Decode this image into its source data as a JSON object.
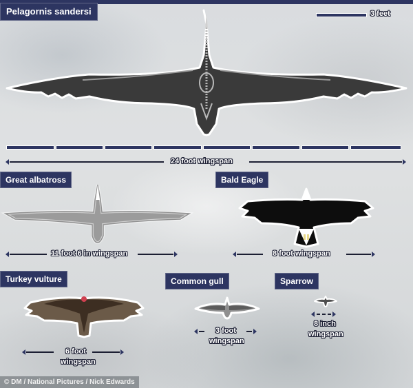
{
  "infographic": {
    "title": "Pelagornis sandersi",
    "scale_bar_label": "3 feet",
    "credit": "© DM / National Pictures / Nick Edwards",
    "colors": {
      "label_bg": "#2d3561",
      "text_outline": "#1c1f33",
      "pelagornis": "#3a3a3a",
      "albatross": "#9b9b9b",
      "eagle": "#0d0d0d",
      "vulture": "#4a3a2c",
      "gull": "#8f8f8f",
      "sparrow": "#4d4d4d"
    }
  },
  "birds": [
    {
      "id": "pelagornis",
      "name": "Pelagornis sandersi",
      "wingspan": "24 foot wingspan"
    },
    {
      "id": "albatross",
      "name": "Great albatross",
      "wingspan": "11 foot 6 in wingspan"
    },
    {
      "id": "eagle",
      "name": "Bald Eagle",
      "wingspan": "8 foot wingspan"
    },
    {
      "id": "vulture",
      "name": "Turkey vulture",
      "wingspan_line1": "6 foot",
      "wingspan_line2": "wingspan"
    },
    {
      "id": "gull",
      "name": "Common gull",
      "wingspan_line1": "3 foot",
      "wingspan_line2": "wingspan"
    },
    {
      "id": "sparrow",
      "name": "Sparrow",
      "wingspan_line1": "8 inch",
      "wingspan_line2": "wingspan"
    }
  ],
  "scale": {
    "segments": 8,
    "feet_per_segment": 3
  }
}
